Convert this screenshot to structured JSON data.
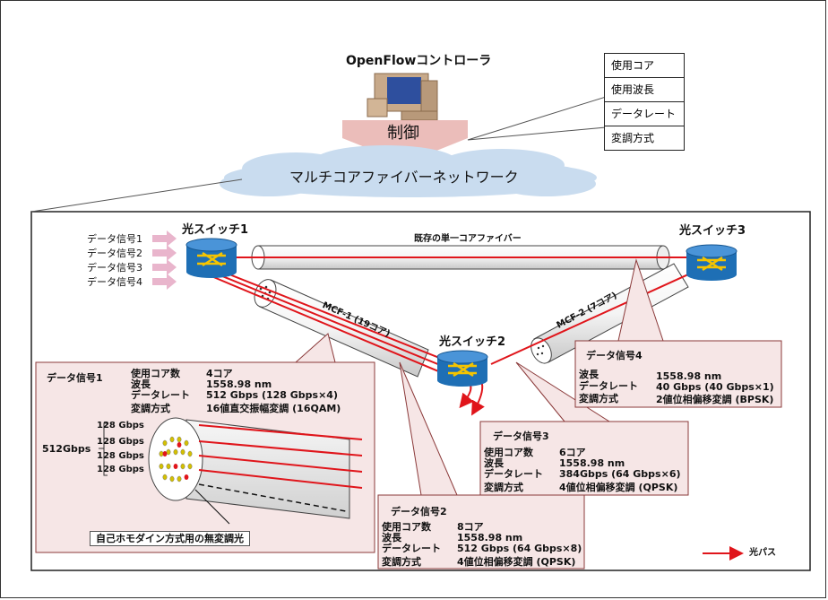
{
  "controller": {
    "title": "OpenFlowコントローラ",
    "control_label": "制御"
  },
  "network_cloud": "マルチコアファイバーネットワーク",
  "control_items": [
    "使用コア",
    "使用波長",
    "データレート",
    "変調方式"
  ],
  "switches": {
    "s1": "光スイッチ1",
    "s2": "光スイッチ2",
    "s3": "光スイッチ3"
  },
  "inputs": [
    "データ信号1",
    "データ信号2",
    "データ信号3",
    "データ信号4"
  ],
  "fibers": {
    "single": "既存の単一コアファイバー",
    "mcf1": "MCF-1 (19コア)",
    "mcf2": "MCF-2 (7コア)"
  },
  "signal1": {
    "title": "データ信号1",
    "rows": [
      [
        "使用コア数",
        "4コア"
      ],
      [
        "波長",
        "1558.98 nm"
      ],
      [
        "データレート",
        "512 Gbps (128 Gbps×4)"
      ],
      [
        "変調方式",
        "16値直交振幅変調 (16QAM)"
      ]
    ],
    "total": "512Gbps",
    "rates": [
      "128 Gbps",
      "128 Gbps",
      "128 Gbps",
      "128 Gbps"
    ],
    "note": "自己ホモダイン方式用の無変調光"
  },
  "signal2": {
    "title": "データ信号2",
    "rows": [
      [
        "使用コア数",
        "8コア"
      ],
      [
        "波長",
        "1558.98 nm"
      ],
      [
        "データレート",
        "512 Gbps (64 Gbps×8)"
      ],
      [
        "変調方式",
        "4値位相偏移変調 (QPSK)"
      ]
    ]
  },
  "signal3": {
    "title": "データ信号3",
    "rows": [
      [
        "使用コア数",
        "6コア"
      ],
      [
        "波長",
        "1558.98 nm"
      ],
      [
        "データレート",
        "384Gbps (64 Gbps×6)"
      ],
      [
        "変調方式",
        "4値位相偏移変調 (QPSK)"
      ]
    ]
  },
  "signal4": {
    "title": "データ信号4",
    "rows": [
      [
        "波長",
        "1558.98 nm"
      ],
      [
        "データレート",
        "40 Gbps (40 Gbps×1)"
      ],
      [
        "変調方式",
        "2値位相偏移変調 (BPSK)"
      ]
    ]
  },
  "legend": {
    "path": "光パス"
  },
  "colors": {
    "path": "#e0151b",
    "callout": "#f6e6e6",
    "cloud": "#c9dcef",
    "switch": "#1e6fb5",
    "arrow": "#e9b5cc"
  }
}
